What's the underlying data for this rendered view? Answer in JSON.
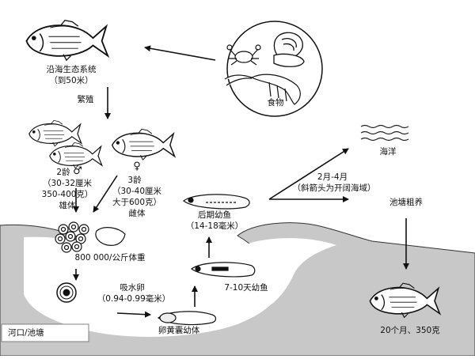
{
  "labels": {
    "coastal_ecosystem": "沿海生态系统",
    "coastal_depth": "（到50米）",
    "breeding": "繁殖",
    "food": "食物",
    "male_age": "2龄",
    "male_length": "（30-32厘米",
    "male_weight": "350-400克）",
    "male_label": "雄体",
    "female_age": "3龄",
    "female_length": "（30-40厘米",
    "female_weight": "大于600克）",
    "female_label": "雌体",
    "eggs_count": "800 000/公斤体重",
    "hydrated_eggs": "吸水卵",
    "egg_size": "（0.94-0.99毫米）",
    "yolk_sac_larva": "卵黄囊幼体",
    "larva_7_10": "7-10天幼鱼",
    "late_larva": "后期幼鱼",
    "late_larva_size": "（14-18毫米）",
    "release_months": "2月-4月",
    "release_note": "（斜箭头为开阔海域）",
    "ocean": "海洋",
    "pond_growout": "池塘粗养",
    "result": "20个月、350克",
    "estuary_pond": "河口/池塘"
  },
  "symbols": {
    "male_symbol": "♂",
    "female_symbol": "♀"
  },
  "colors": {
    "land": "#c8c8c8",
    "stroke": "#111111",
    "water_line": "#222222"
  }
}
